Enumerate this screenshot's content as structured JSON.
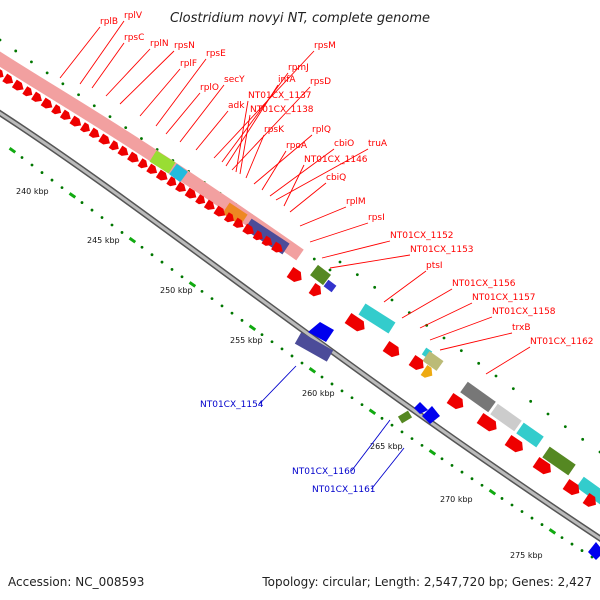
{
  "title": "Clostridium novyi NT, complete genome",
  "footer": {
    "accession": "Accession: NC_008593",
    "summary": "Topology: circular; Length: 2,547,720 bp; Genes: 2,427"
  },
  "colors": {
    "forward_label": "#ff0000",
    "reverse_label": "#0000cc",
    "forward_arrow": "#ee0000",
    "reverse_arrow": "#0000ee",
    "backbone": "#888888",
    "tick_major": "#11aa11",
    "tick_minor": "#007700",
    "rRNA_block": "#f2a0a0",
    "cog_green": "#99dd33",
    "cog_cyan": "#22bbdd",
    "cog_orange": "#ee8822",
    "cog_purple": "#4c4c99",
    "cog_olive": "#558822",
    "cog_teal": "#33cccc",
    "cog_khaki": "#bbbb77",
    "cog_grey": "#777777",
    "cog_lightgrey": "#cccccc"
  },
  "ticks": [
    "240 kbp",
    "245 kbp",
    "250 kbp",
    "255 kbp",
    "260 kbp",
    "265 kbp",
    "270 kbp",
    "275 kbp"
  ],
  "forward_labels": [
    "rplB",
    "rplV",
    "rpsC",
    "rplN",
    "rpsN",
    "rplF",
    "rpsE",
    "rplO",
    "secY",
    "adk",
    "rpsM",
    "rpmJ",
    "infA",
    "rpsD",
    "NT01CX_1137",
    "NT01CX_1138",
    "rpsK",
    "rplQ",
    "rpoA",
    "cbiO",
    "truA",
    "NT01CX_1146",
    "cbiQ",
    "rplM",
    "rpsI",
    "NT01CX_1152",
    "NT01CX_1153",
    "ptsI",
    "NT01CX_1156",
    "NT01CX_1157",
    "NT01CX_1158",
    "trxB",
    "NT01CX_1162"
  ],
  "reverse_labels": [
    "NT01CX_1154",
    "NT01CX_1160",
    "NT01CX_1161"
  ]
}
